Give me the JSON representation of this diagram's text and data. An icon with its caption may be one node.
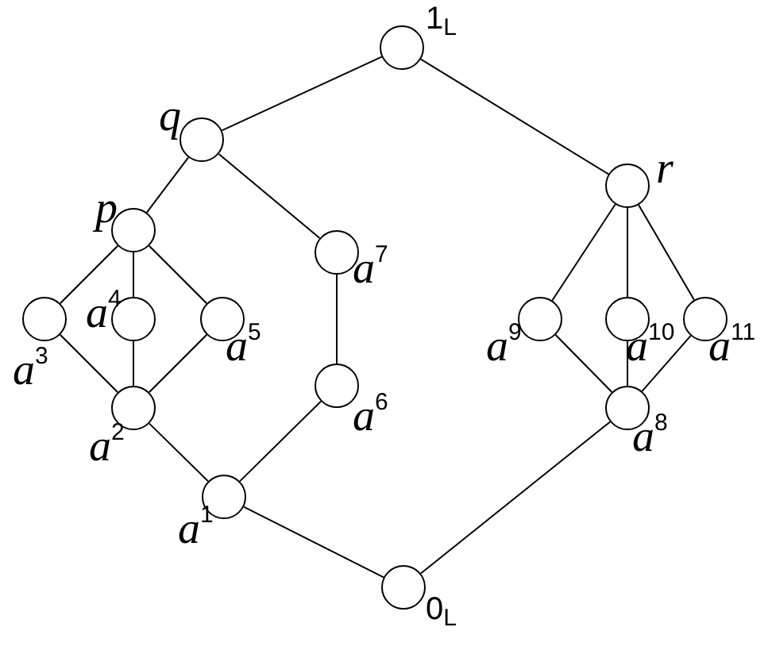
{
  "diagram": {
    "nodes": [
      {
        "text": [],
        "shape": "circle",
        "beside": [
          "1$_{L}$"
        ]
      },
      {
        "text": [],
        "shape": "circle",
        "beside": [
          "q"
        ]
      },
      {
        "text": [],
        "shape": "circle",
        "beside": [
          "p"
        ]
      },
      {
        "text": [],
        "shape": "circle",
        "beside": [
          "a$^{3}$"
        ]
      },
      {
        "text": [],
        "shape": "circle",
        "beside": [
          "a$^{4}$"
        ]
      },
      {
        "text": [],
        "shape": "circle",
        "beside": [
          "a$^{5}$"
        ]
      },
      {
        "text": [],
        "shape": "circle",
        "beside": [
          "a$^{2}$"
        ]
      },
      {
        "text": [],
        "shape": "circle",
        "beside": [
          "a$^{7}$"
        ]
      },
      {
        "text": [],
        "shape": "circle",
        "beside": [
          "a$^{6}$"
        ]
      },
      {
        "text": [],
        "shape": "circle",
        "beside": [
          "a$^{1}$"
        ]
      },
      {
        "text": [],
        "shape": "circle",
        "beside": [
          "r"
        ]
      },
      {
        "text": [],
        "shape": "circle",
        "beside": [
          "a$^{9}$"
        ]
      },
      {
        "text": [],
        "shape": "circle",
        "beside": [
          "a$^{10}$"
        ]
      },
      {
        "text": [],
        "shape": "circle",
        "beside": [
          "a$^{11}$"
        ]
      },
      {
        "text": [],
        "shape": "circle",
        "beside": [
          "a$^{8}$"
        ]
      },
      {
        "text": [],
        "shape": "circle",
        "beside": [
          "0$_{L}$"
        ]
      }
    ],
    "edges": [
      {
        "from": 0,
        "to": 1,
        "arrow": "none"
      },
      {
        "from": 0,
        "to": 10,
        "arrow": "none"
      },
      {
        "from": 1,
        "to": 2,
        "arrow": "none"
      },
      {
        "from": 1,
        "to": 7,
        "arrow": "none"
      },
      {
        "from": 2,
        "to": 3,
        "arrow": "none"
      },
      {
        "from": 2,
        "to": 4,
        "arrow": "none"
      },
      {
        "from": 2,
        "to": 5,
        "arrow": "none"
      },
      {
        "from": 3,
        "to": 6,
        "arrow": "none"
      },
      {
        "from": 4,
        "to": 6,
        "arrow": "none"
      },
      {
        "from": 5,
        "to": 6,
        "arrow": "none"
      },
      {
        "from": 6,
        "to": 9,
        "arrow": "none"
      },
      {
        "from": 7,
        "to": 8,
        "arrow": "none"
      },
      {
        "from": 8,
        "to": 9,
        "arrow": "none"
      },
      {
        "from": 9,
        "to": 15,
        "arrow": "none"
      },
      {
        "from": 10,
        "to": 11,
        "arrow": "none"
      },
      {
        "from": 10,
        "to": 12,
        "arrow": "none"
      },
      {
        "from": 10,
        "to": 13,
        "arrow": "none"
      },
      {
        "from": 11,
        "to": 14,
        "arrow": "none"
      },
      {
        "from": 12,
        "to": 14,
        "arrow": "none"
      },
      {
        "from": 13,
        "to": 14,
        "arrow": "none"
      },
      {
        "from": 14,
        "to": 15,
        "arrow": "none"
      }
    ]
  }
}
